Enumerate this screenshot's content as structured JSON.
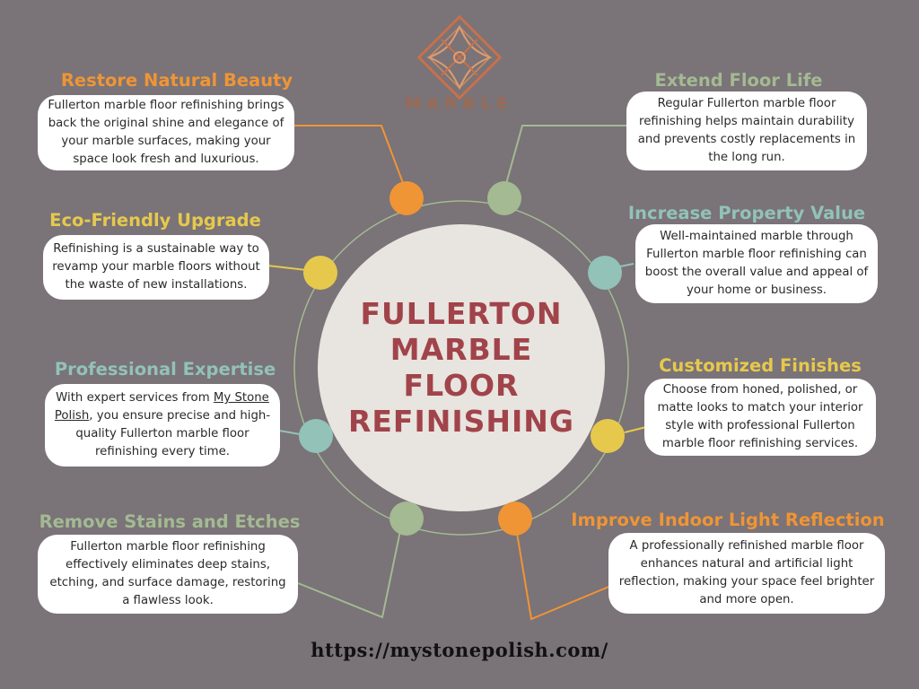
{
  "logo": {
    "word": "MARBLE",
    "icon": "diamond-pattern-icon",
    "color": "#9b6a52"
  },
  "center": {
    "title": "FULLERTON MARBLE FLOOR REFINISHING",
    "background": "#e8e4df",
    "color": "#a1434a"
  },
  "colors": {
    "background": "#7a7378",
    "orange": "#ef9535",
    "green": "#a3ba92",
    "yellow": "#e6c94c",
    "teal": "#92c2b8",
    "ring": "#a3ba92"
  },
  "benefits": {
    "restore": {
      "heading": "Restore Natural Beauty",
      "text": "Fullerton marble floor refinishing brings back the original shine and elegance of your marble surfaces, making your space look fresh and luxurious."
    },
    "extend": {
      "heading": "Extend Floor Life",
      "text": "Regular Fullerton marble floor refinishing helps maintain durability and prevents costly replacements in the long run."
    },
    "eco": {
      "heading": "Eco-Friendly Upgrade",
      "text": "Refinishing is a sustainable way to revamp your marble floors without the waste of new installations."
    },
    "value": {
      "heading": "Increase Property Value",
      "text": "Well-maintained marble through Fullerton marble floor refinishing can boost the overall value and appeal of your home or business."
    },
    "expertise": {
      "heading": "Professional Expertise",
      "text_before": "With expert services from ",
      "link": "My Stone Polish",
      "text_after": ", you ensure precise and high-quality Fullerton marble floor refinishing every time."
    },
    "finishes": {
      "heading": "Customized Finishes",
      "text": "Choose from honed, polished, or matte looks to match your interior style with professional Fullerton marble floor refinishing services."
    },
    "stains": {
      "heading": "Remove Stains and Etches",
      "text": "Fullerton marble floor refinishing effectively eliminates deep stains, etching, and surface damage, restoring a flawless look."
    },
    "light": {
      "heading": "Improve Indoor Light Reflection",
      "text": "A professionally refinished marble floor enhances natural and artificial light reflection, making your space feel brighter and more open."
    }
  },
  "footer": {
    "url": "https://mystonepolish.com/"
  }
}
